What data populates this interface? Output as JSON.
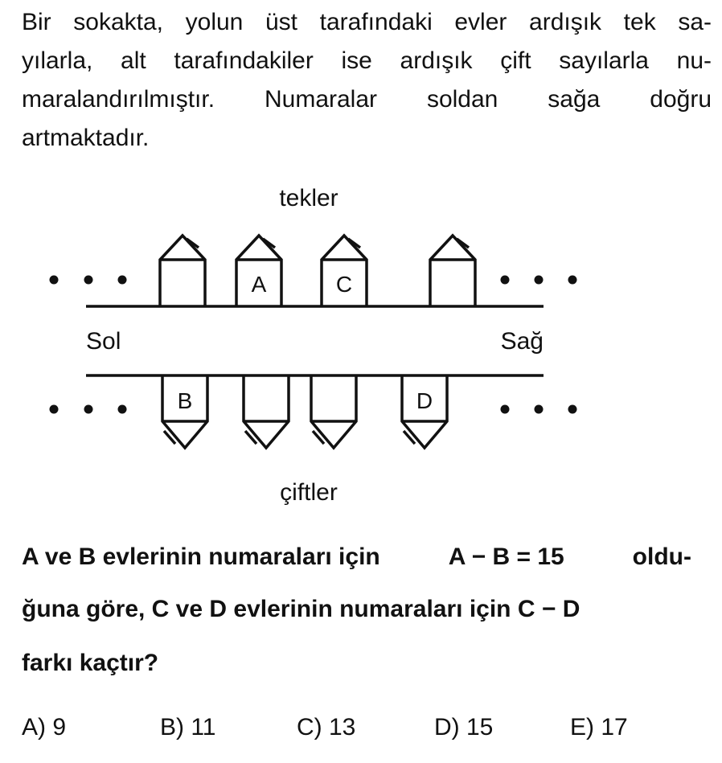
{
  "intro": {
    "line1": "Bir sokakta, yolun üst tarafındaki evler ardışık tek sa-",
    "line2": "yılarla, alt tarafındakiler ise ardışık çift sayılarla nu-",
    "line3": "maralandırılmıştır. Numaralar soldan sağa doğru",
    "line4": "artmaktadır."
  },
  "diagram": {
    "top_label": "tekler",
    "bottom_label": "çiftler",
    "left_label": "Sol",
    "right_label": "Sağ",
    "house_labels": {
      "a": "A",
      "b": "B",
      "c": "C",
      "d": "D"
    }
  },
  "question": {
    "line1_a": "A ve B evlerinin numaraları için",
    "line1_expr": "A − B = 15",
    "line1_b": "oldu-",
    "line2": "ğuna göre, C ve D evlerinin numaraları için  C − D",
    "line3": "farkı kaçtır?"
  },
  "options": [
    {
      "label": "A) 9"
    },
    {
      "label": "B) 11"
    },
    {
      "label": "C) 13"
    },
    {
      "label": "D) 15"
    },
    {
      "label": "E) 17"
    }
  ]
}
